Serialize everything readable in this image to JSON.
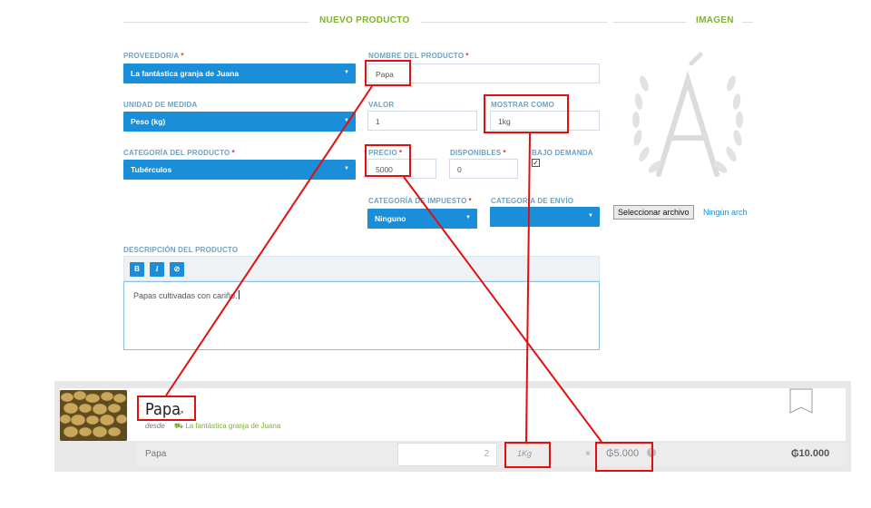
{
  "sections": {
    "new_product": "NUEVO PRODUCTO",
    "image": "IMAGEN"
  },
  "form": {
    "provider": {
      "label": "PROVEEDOR/A",
      "value": "La fantástica granja de Juana"
    },
    "product_name": {
      "label": "NOMBRE DEL PRODUCTO",
      "value": "Papa"
    },
    "unit": {
      "label": "UNIDAD DE MEDIDA",
      "value": "Peso (kg)"
    },
    "valor": {
      "label": "VALOR",
      "value": "1"
    },
    "display_as": {
      "label": "MOSTRAR COMO",
      "value": "1kg"
    },
    "category": {
      "label": "CATEGORÍA DEL PRODUCTO",
      "value": "Tubérculos"
    },
    "price": {
      "label": "PRECIO",
      "value": "5000"
    },
    "available": {
      "label": "DISPONIBLES",
      "value": "0"
    },
    "on_demand": {
      "label": "BAJO DEMANDA",
      "checked": true
    },
    "tax_category": {
      "label": "CATEGORÍA DE IMPUESTO",
      "value": "Ninguno"
    },
    "shipping_category": {
      "label": "CATEGORÍA DE ENVÍO",
      "value": ""
    },
    "description": {
      "label": "DESCRIPCIÓN DEL PRODUCTO",
      "value": "Papas cultivadas con cariño."
    },
    "required_mark": "*"
  },
  "editor_toolbar": {
    "bold": "B",
    "italic": "I",
    "link": "⊘"
  },
  "file": {
    "button": "Seleccionar archivo",
    "status": "Ningún arch"
  },
  "card": {
    "name": "Papa",
    "desde": "desde",
    "farm": "La fantástica granja de Juana",
    "row_name": "Papa",
    "quantity": "2",
    "unit": "1Kg",
    "times": "×",
    "price": "₲5.000",
    "total": "₲10.000"
  },
  "colors": {
    "accent_green": "#7ab52a",
    "select_blue": "#1a8ed8",
    "annotation_red": "#e01010"
  }
}
